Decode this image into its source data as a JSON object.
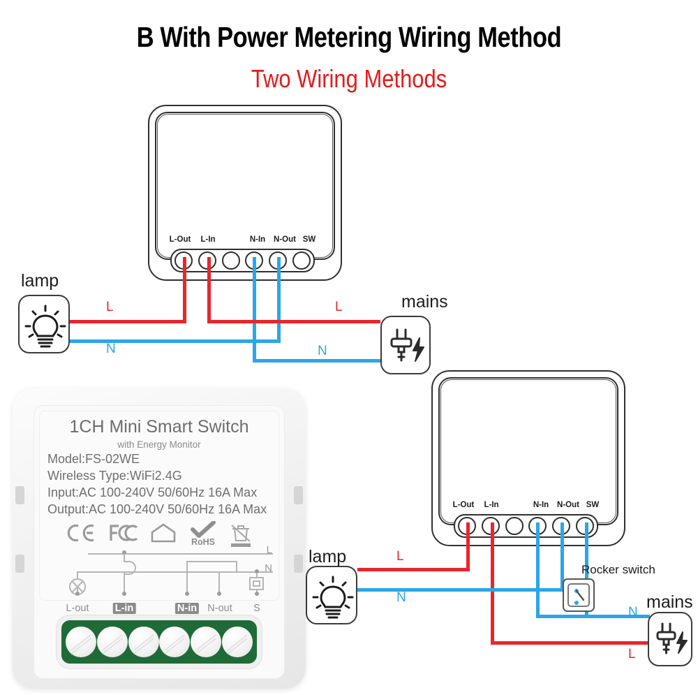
{
  "header": {
    "title": "B With Power Metering Wiring Method",
    "subtitle": "Two Wiring Methods",
    "title_color": "#000000",
    "subtitle_color": "#e21b1b"
  },
  "colors": {
    "live_wire": "#e8262b",
    "neutral_wire": "#2ba6e8",
    "terminal_block": "#1f6b37",
    "line_art": "#2f2f2f"
  },
  "module_terminals": [
    "L-Out",
    "L-In",
    "",
    "N-In",
    "N-Out",
    "SW"
  ],
  "diagram_top": {
    "name": "wiring-method-1",
    "lamp_label": "lamp",
    "mains_label": "mains",
    "wire_labels": {
      "lamp_live": "L",
      "lamp_neutral": "N",
      "mains_live": "L",
      "mains_neutral": "N"
    },
    "connections": [
      {
        "terminal": "L-Out",
        "to": "lamp",
        "conductor": "L",
        "color": "#e8262b"
      },
      {
        "terminal": "L-In",
        "to": "mains",
        "conductor": "L",
        "color": "#e8262b"
      },
      {
        "terminal": "N-In",
        "to": "mains",
        "conductor": "N",
        "color": "#2ba6e8"
      },
      {
        "terminal": "N-Out",
        "to": "lamp",
        "conductor": "N",
        "color": "#2ba6e8"
      }
    ]
  },
  "diagram_bottom": {
    "name": "wiring-method-2",
    "lamp_label": "lamp",
    "mains_label": "mains",
    "rocker_label": "Rocker switch",
    "wire_labels": {
      "lamp_live": "L",
      "lamp_neutral": "N",
      "mains_live": "L",
      "mains_neutral": "N"
    },
    "connections": [
      {
        "terminal": "L-Out",
        "to": "lamp",
        "conductor": "L",
        "color": "#e8262b"
      },
      {
        "terminal": "L-In",
        "to": "mains",
        "conductor": "L",
        "color": "#e8262b"
      },
      {
        "terminal": "N-In",
        "to": "mains",
        "conductor": "N",
        "color": "#2ba6e8"
      },
      {
        "terminal": "N-Out",
        "to": "lamp",
        "conductor": "N",
        "color": "#2ba6e8"
      },
      {
        "terminal": "SW",
        "to": "Rocker switch",
        "conductor": "N",
        "color": "#2ba6e8"
      }
    ]
  },
  "product": {
    "title": "1CH Mini Smart Switch",
    "subtitle": "with Energy Monitor",
    "specs": [
      "Model:FS-02WE",
      "Wireless Type:WiFi2.4G",
      "Input:AC 100-240V 50/60Hz 16A Max",
      "Output:AC 100-240V 50/60Hz 16A Max"
    ],
    "certifications": [
      "CE",
      "FC",
      "house-mark",
      "RoHS",
      "WEEE"
    ],
    "rohs_text": "RoHS",
    "schematic": {
      "rail_live": "L",
      "rail_neutral": "N",
      "terminals": [
        {
          "label": "L-out",
          "highlighted": false
        },
        {
          "label": "L-in",
          "highlighted": true
        },
        {
          "label": "N-in",
          "highlighted": true
        },
        {
          "label": "N-out",
          "highlighted": false
        },
        {
          "label": "S",
          "highlighted": false
        }
      ]
    },
    "screw_count": 6
  }
}
